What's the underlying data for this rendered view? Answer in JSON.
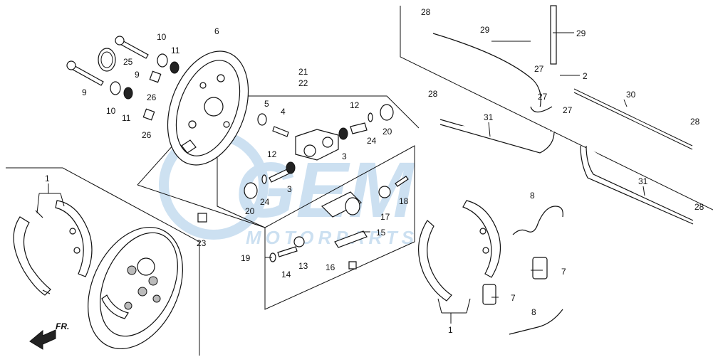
{
  "watermark": {
    "brand": "GEM",
    "sub": "MOTORPARTS",
    "color": "#6fa8d8"
  },
  "direction_label": "FR.",
  "labels": {
    "p1a": "1",
    "p1b": "1",
    "p2": "2",
    "p3a": "3",
    "p3b": "3",
    "p4": "4",
    "p5": "5",
    "p6": "6",
    "p7a": "7",
    "p7b": "7",
    "p8a": "8",
    "p8b": "8",
    "p9a": "9",
    "p9b": "9",
    "p10a": "10",
    "p10b": "10",
    "p11a": "11",
    "p11b": "11",
    "p12a": "12",
    "p12b": "12",
    "p13": "13",
    "p14": "14",
    "p15": "15",
    "p16": "16",
    "p17": "17",
    "p18": "18",
    "p19": "19",
    "p20a": "20",
    "p20b": "20",
    "p21": "21",
    "p22": "22",
    "p23": "23",
    "p24a": "24",
    "p24b": "24",
    "p25": "25",
    "p26a": "26",
    "p26b": "26",
    "p27a": "27",
    "p27b": "27",
    "p27c": "27",
    "p28a": "28",
    "p28b": "28",
    "p28c": "28",
    "p28d": "28",
    "p29a": "29",
    "p29b": "29",
    "p30": "30",
    "p31a": "31",
    "p31b": "31"
  }
}
